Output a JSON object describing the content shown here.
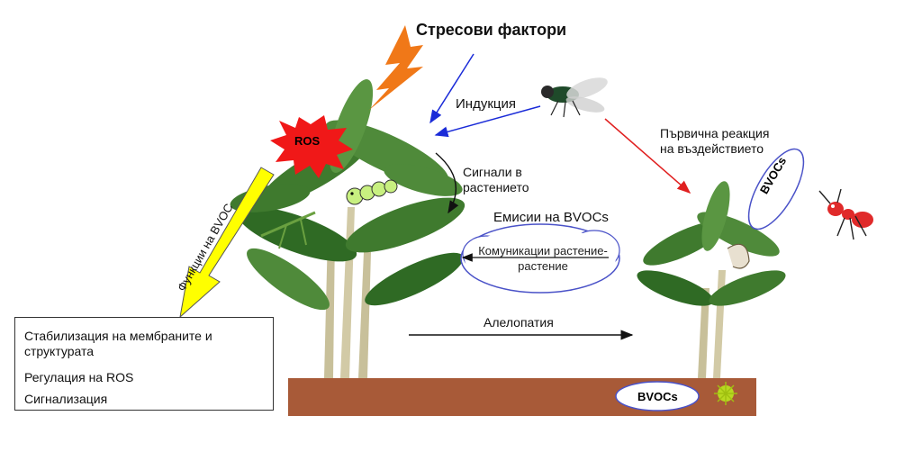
{
  "title": "Стресови фактори",
  "labels": {
    "induction": "Индукция",
    "signals": "Сигнали в растението",
    "emissions": "Емисии на BVOCs",
    "communication": "Комуникации растение-растение",
    "allelopathy": "Алелопатия",
    "primary_reaction": "Първична реакция на въздействието",
    "functions": "Функции на BVOC",
    "ros": "ROS",
    "bvocs_cloud": "BVOCs",
    "bvocs_soil": "BVOCs"
  },
  "functions_box": {
    "items": [
      "Стабилизация на мембраните и структурата",
      "Регулация на ROS",
      "Сигнализация"
    ]
  },
  "colors": {
    "soil": "#a85a38",
    "lightning": "#f07818",
    "ros_burst": "#f01818",
    "functions_arrow": "#ffff00",
    "induction_arrow": "#1a2bd8",
    "reaction_arrow": "#e02020",
    "cloud_outline": "#4a52c8",
    "leaf": "#3f7a2e",
    "stem": "#c8c09a"
  }
}
